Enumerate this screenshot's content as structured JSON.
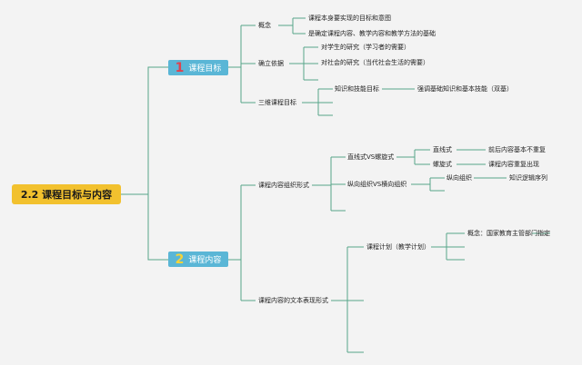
{
  "root": {
    "title": "2.2 课程目标与内容"
  },
  "branch1": {
    "number": "1",
    "label": "课程目标",
    "children": {
      "concept": {
        "label": "概念",
        "items": [
          "课程本身要实现的目标和意图",
          "是确定课程内容、教学内容和教学方法的基础"
        ]
      },
      "basis": {
        "label": "确立依据",
        "items": [
          "对学生的研究（学习者的需要）",
          "对社会的研究（当代社会生活的需要）"
        ]
      },
      "three_dim": {
        "label": "三维课程目标",
        "items": [
          {
            "label": "知识和技能目标",
            "note": "强调基础知识和基本技能（双基）"
          }
        ]
      }
    }
  },
  "branch2": {
    "number": "2",
    "label": "课程内容",
    "children": {
      "org": {
        "label": "课程内容组织形式",
        "linear": {
          "label": "直线式VS螺旋式",
          "items": [
            {
              "label": "直线式",
              "note": "前后内容基本不重复"
            },
            {
              "label": "螺旋式",
              "note": "课程内容重复出现"
            }
          ]
        },
        "vertical": {
          "label": "纵向组织VS横向组织",
          "items": [
            {
              "label": "纵向组织",
              "note": "知识逻辑序列"
            }
          ]
        }
      },
      "text_form": {
        "label": "课程内容的文本表现形式",
        "plan": {
          "label": "课程计划（教学计划）",
          "items": [
            "概念：国家教育主管部门指定"
          ]
        }
      }
    }
  }
}
